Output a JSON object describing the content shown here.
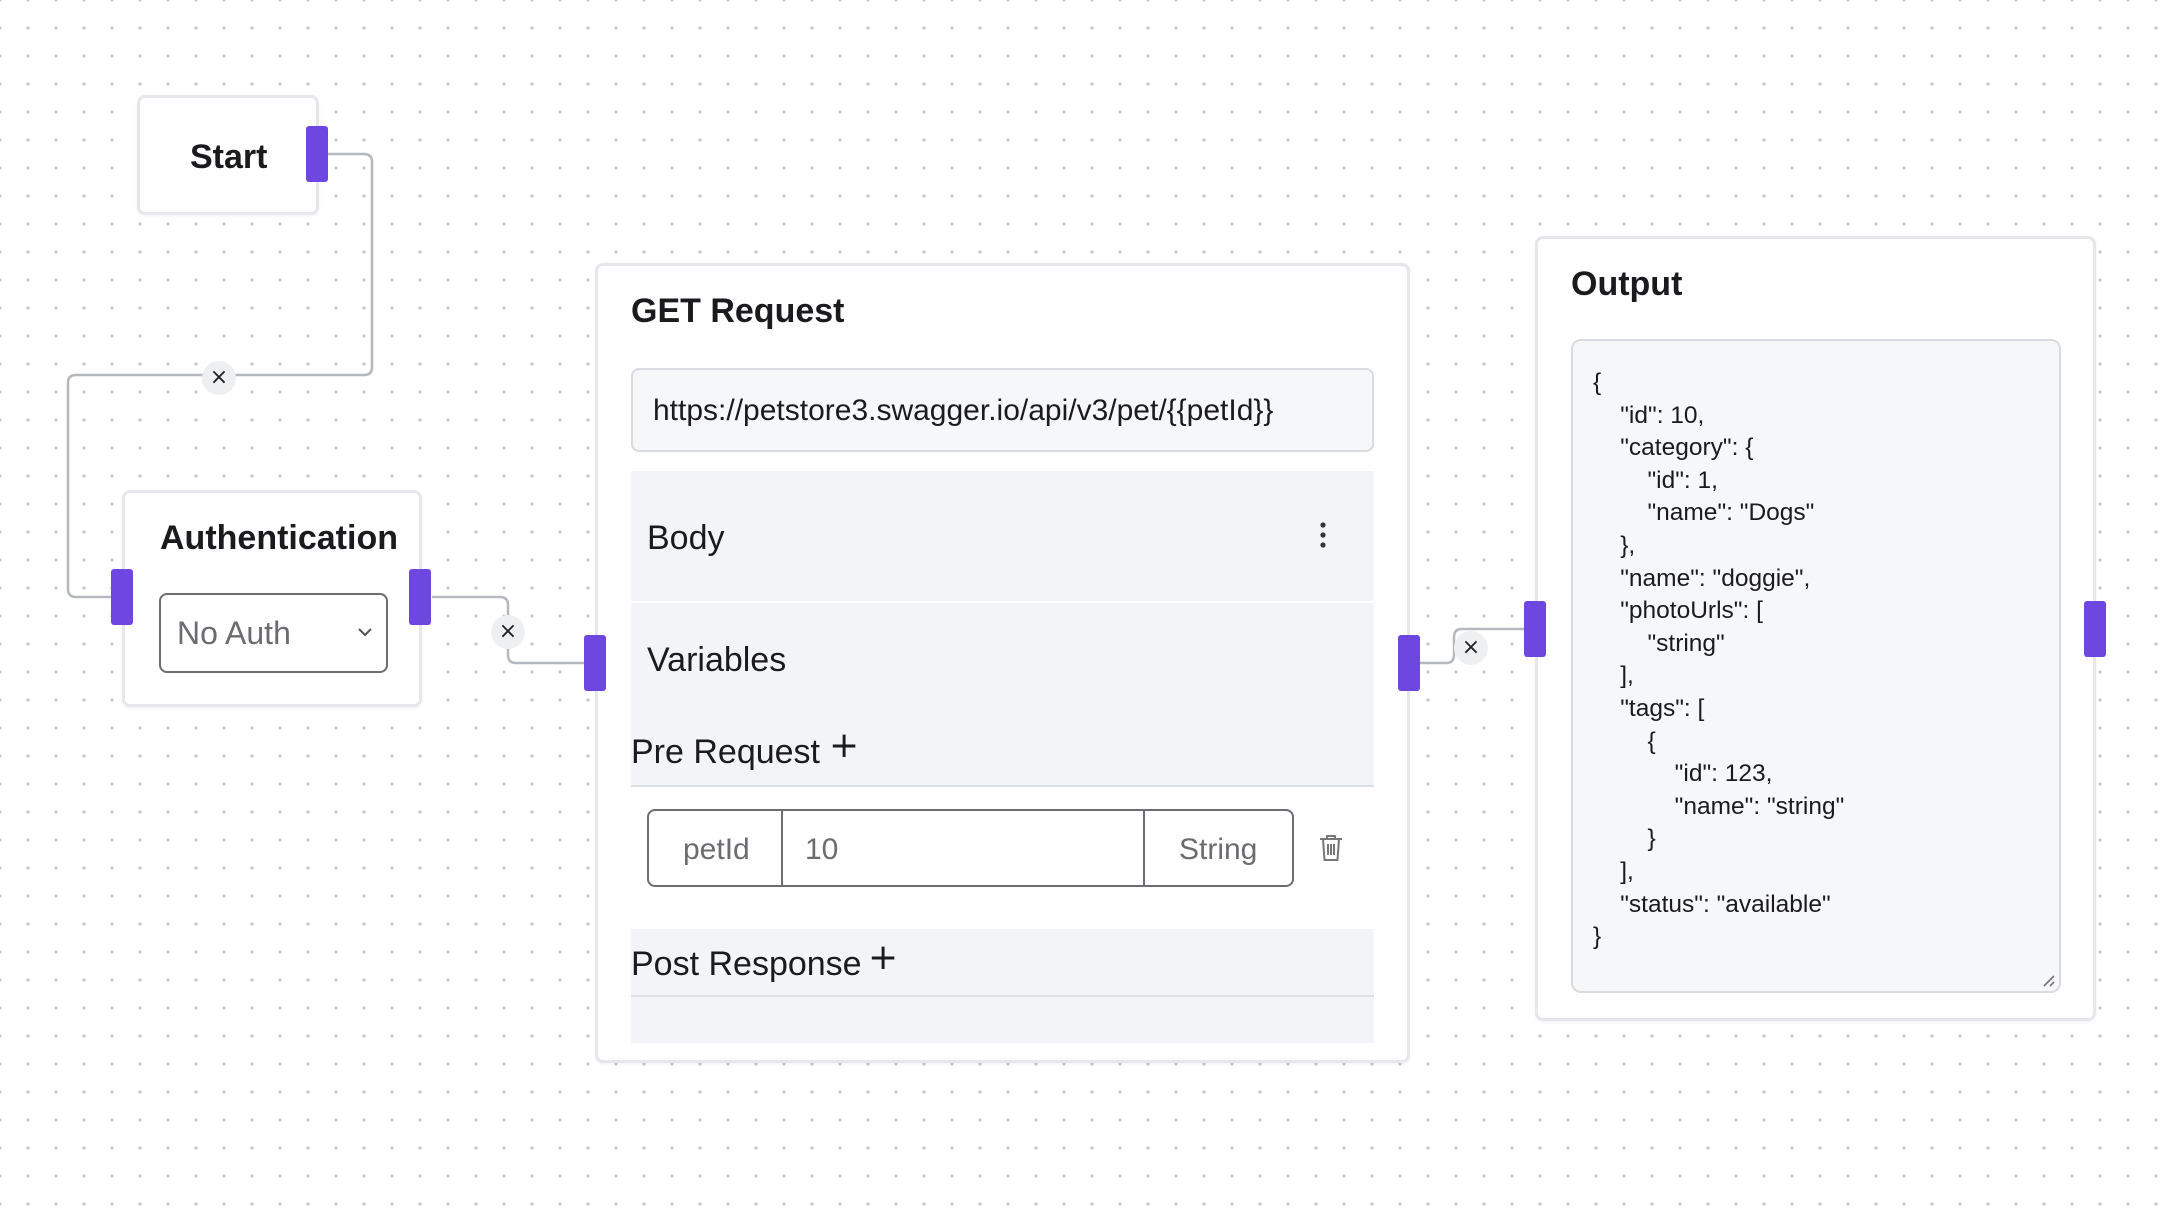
{
  "nodes": {
    "start": {
      "title": "Start"
    },
    "authentication": {
      "title": "Authentication",
      "auth_select": {
        "value": "No Auth"
      }
    },
    "get_request": {
      "title": "GET Request",
      "url": "https://petstore3.swagger.io/api/v3/pet/{{petId}}",
      "body_label": "Body",
      "variables_label": "Variables",
      "pre_request_label": "Pre Request",
      "variables": [
        {
          "name": "petId",
          "value": "10",
          "type": "String"
        }
      ],
      "post_response_label": "Post Response"
    },
    "output": {
      "title": "Output",
      "json_text": "{\n    \"id\": 10,\n    \"category\": {\n        \"id\": 1,\n        \"name\": \"Dogs\"\n    },\n    \"name\": \"doggie\",\n    \"photoUrls\": [\n        \"string\"\n    ],\n    \"tags\": [\n        {\n            \"id\": 123,\n            \"name\": \"string\"\n        }\n    ],\n    \"status\": \"available\"\n}"
    }
  },
  "edge_delete_glyph": "×",
  "add_glyph": "+",
  "colors": {
    "handle": "#6e47e0",
    "node_border": "#e6e7ea",
    "section_bg": "#f2f4f8"
  },
  "icons": {
    "auth_dropdown": "chevron-down-icon",
    "body_menu": "kebab-menu-icon",
    "variable_delete": "trash-icon",
    "output_resize": "resize-grip-icon"
  }
}
